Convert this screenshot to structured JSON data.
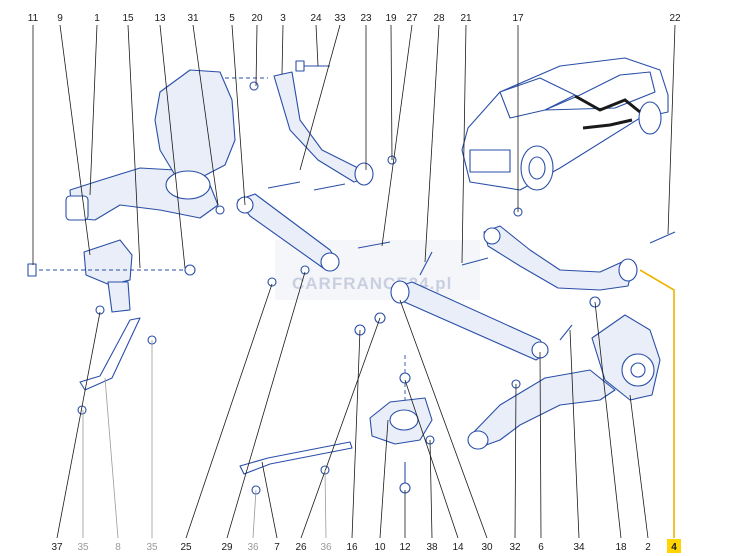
{
  "labels_top": [
    {
      "text": "11",
      "grey": false
    },
    {
      "text": "9",
      "grey": false
    },
    {
      "text": "1",
      "grey": false
    },
    {
      "text": "15",
      "grey": false
    },
    {
      "text": "13",
      "grey": false
    },
    {
      "text": "31",
      "grey": false
    },
    {
      "text": "5",
      "grey": false
    },
    {
      "text": "20",
      "grey": false
    },
    {
      "text": "3",
      "grey": false
    },
    {
      "text": "24",
      "grey": false
    },
    {
      "text": "33",
      "grey": false
    },
    {
      "text": "23",
      "grey": false
    },
    {
      "text": "19",
      "grey": false
    },
    {
      "text": "27",
      "grey": false
    },
    {
      "text": "28",
      "grey": false
    },
    {
      "text": "21",
      "grey": false
    },
    {
      "text": "17",
      "grey": false
    },
    {
      "text": "22",
      "grey": false
    }
  ],
  "labels_bottom": [
    {
      "text": "37",
      "grey": false
    },
    {
      "text": "35",
      "grey": true
    },
    {
      "text": "8",
      "grey": true
    },
    {
      "text": "35",
      "grey": true
    },
    {
      "text": "25",
      "grey": false
    },
    {
      "text": "29",
      "grey": false
    },
    {
      "text": "36",
      "grey": true
    },
    {
      "text": "7",
      "grey": false
    },
    {
      "text": "26",
      "grey": false
    },
    {
      "text": "36",
      "grey": true
    },
    {
      "text": "16",
      "grey": false
    },
    {
      "text": "10",
      "grey": false
    },
    {
      "text": "12",
      "grey": false
    },
    {
      "text": "38",
      "grey": false
    },
    {
      "text": "14",
      "grey": false
    },
    {
      "text": "30",
      "grey": false
    },
    {
      "text": "32",
      "grey": false
    },
    {
      "text": "6",
      "grey": false
    },
    {
      "text": "34",
      "grey": false
    },
    {
      "text": "18",
      "grey": false
    },
    {
      "text": "2",
      "grey": false
    },
    {
      "text": "4",
      "grey": false,
      "highlighted": true
    }
  ],
  "watermark": {
    "text": "CARFRANCE24.pl"
  },
  "colors": {
    "part_stroke": "#2a4fa8",
    "highlight": "#ffd400",
    "label": "#1a1a1a",
    "label_grey": "#9a9a9a"
  }
}
